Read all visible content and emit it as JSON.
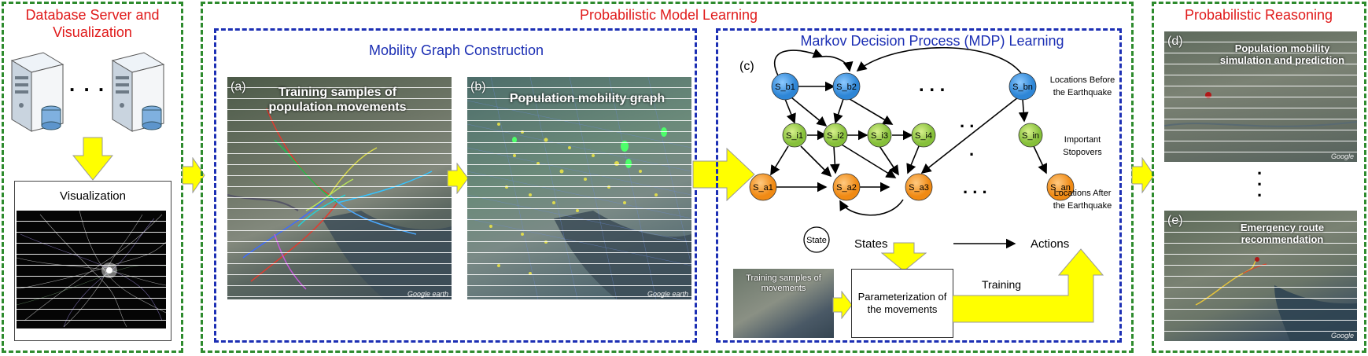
{
  "panels": {
    "database": {
      "title": "Database Server and Visualization"
    },
    "learning": {
      "title": "Probabilistic Model Learning"
    },
    "reasoning": {
      "title": "Probabilistic Reasoning"
    }
  },
  "database": {
    "dots": ". . .",
    "viz_label": "Visualization"
  },
  "mobility_graph": {
    "title": "Mobility Graph Construction",
    "map_a": {
      "tag": "(a)",
      "title": "Training samples of population movements",
      "credit": "Google earth"
    },
    "map_b": {
      "tag": "(b)",
      "title": "Population mobility graph",
      "credit": "Google earth"
    }
  },
  "mdp": {
    "title": "Markov Decision Process (MDP) Learning",
    "tag": "(c)",
    "nodes": {
      "b1": "S_b1",
      "b2": "S_b2",
      "bn": "S_bn",
      "i1": "S_i1",
      "i2": "S_i2",
      "i3": "S_i3",
      "i4": "S_i4",
      "in": "S_in",
      "a1": "S_a1",
      "a2": "S_a2",
      "a3": "S_a3",
      "an": "S_an"
    },
    "side_labels": {
      "before": "Locations Before the Earthquake",
      "stopovers": "Important Stopovers",
      "after": "Locations After the Earthquake"
    },
    "legend": {
      "state": "State",
      "states": "States",
      "actions": "Actions"
    },
    "training_thumb": "Training samples of movements",
    "param_box": "Parameterization of the movements",
    "training_label": "Training",
    "colors": {
      "blue": "#2f8fd8",
      "green": "#8dc63f",
      "orange": "#f7941d"
    }
  },
  "reasoning": {
    "map_d": {
      "tag": "(d)",
      "title": "Population mobility simulation and prediction",
      "credit": "Google"
    },
    "dots": ".\n.\n.",
    "map_e": {
      "tag": "(e)",
      "title": "Emergency route recommendation",
      "credit": "Google"
    }
  }
}
